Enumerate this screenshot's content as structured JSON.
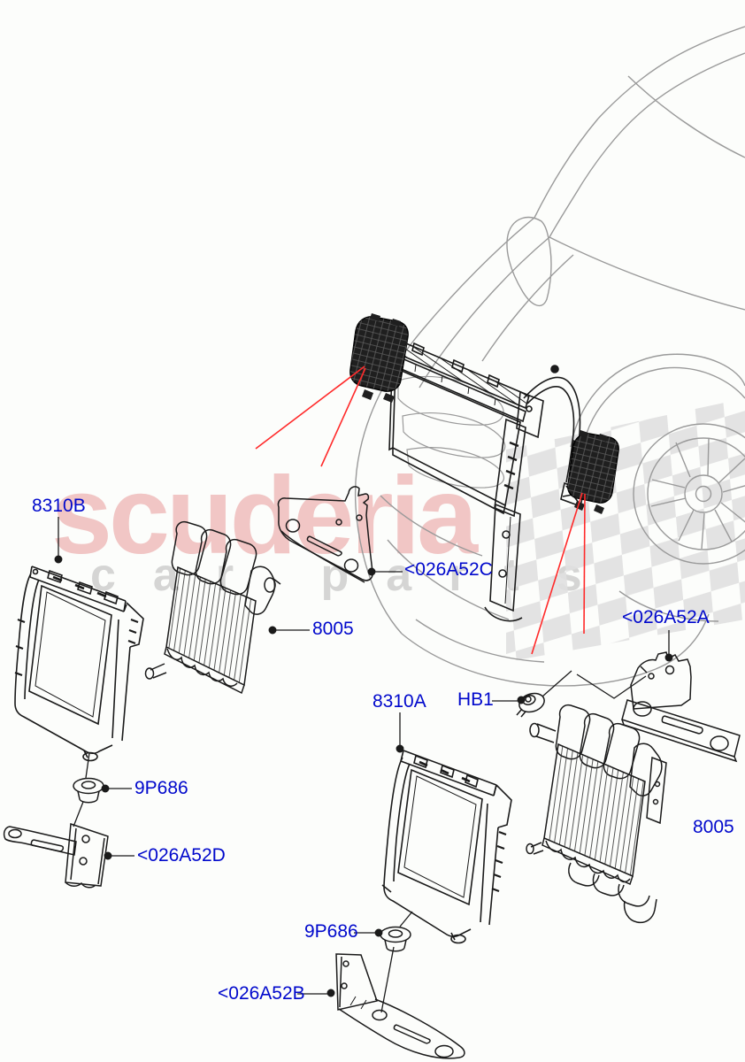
{
  "diagram": {
    "type": "parts-exploded-diagram",
    "colors": {
      "background": "#fcfdfb",
      "part_line_art": "#1a1a1a",
      "vehicle_outline": "#9a9a9a",
      "part_label_blue": "#0008cc",
      "callout_red": "#ff2a2a",
      "watermark_pink": "#d64848",
      "watermark_gray": "#d0d0d0"
    },
    "labels": [
      {
        "id": "8310B",
        "text": "8310B"
      },
      {
        "id": "026A52C",
        "text": "<026A52C"
      },
      {
        "id": "8005-left",
        "text": "8005"
      },
      {
        "id": "026A52A",
        "text": "<026A52A"
      },
      {
        "id": "8310A",
        "text": "8310A"
      },
      {
        "id": "HB1",
        "text": "HB1"
      },
      {
        "id": "9P686-upper",
        "text": "9P686"
      },
      {
        "id": "026A52D",
        "text": "<026A52D"
      },
      {
        "id": "8005-right",
        "text": "8005"
      },
      {
        "id": "9P686-lower",
        "text": "9P686"
      },
      {
        "id": "026A52B",
        "text": "<026A52B"
      }
    ]
  },
  "watermark": {
    "brand": "scuderia",
    "tagline": "car parts"
  }
}
